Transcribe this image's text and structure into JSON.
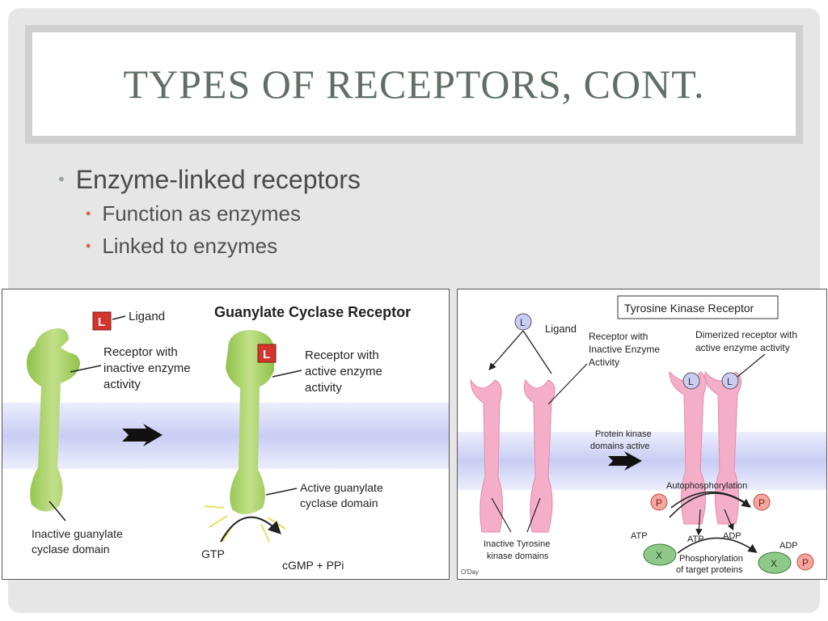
{
  "title": "TYPES OF RECEPTORS, CONT.",
  "bullets": {
    "level1": "Enzyme-linked receptors",
    "level2": [
      "Function as enzymes",
      "Linked to enzymes"
    ]
  },
  "left_figure": {
    "heading": "Guanylate Cyclase Receptor",
    "ligand_letter": "L",
    "ligand": "Ligand",
    "receptor_inactive": [
      "Receptor with",
      "inactive enzyme",
      "activity"
    ],
    "receptor_active": [
      "Receptor with",
      "active enzyme",
      "activity"
    ],
    "inactive_domain": [
      "Inactive guanylate",
      "cyclase domain"
    ],
    "active_domain": [
      "Active guanylate",
      "cyclase domain"
    ],
    "gtp": "GTP",
    "product": "cGMP + PPi"
  },
  "right_figure": {
    "heading": "Tyrosine Kinase Receptor",
    "ligand_letter": "L",
    "ligand": "Ligand",
    "receptor_inactive": [
      "Receptor with",
      "Inactive Enzyme",
      "Activity"
    ],
    "dimerized": [
      "Dimerized receptor with",
      "active enzyme activity"
    ],
    "kinase_active": [
      "Protein kinase",
      "domains active"
    ],
    "autophos": "Autophosphorylation",
    "phos_letter": "P",
    "target_letter": "X",
    "atp": "ATP",
    "adp": "ADP",
    "inactive_domains": [
      "Inactive Tyrosine",
      "kinase domains"
    ],
    "phos_target": [
      "Phosphorylation",
      "of target proteins"
    ],
    "credit": "O'Day"
  }
}
